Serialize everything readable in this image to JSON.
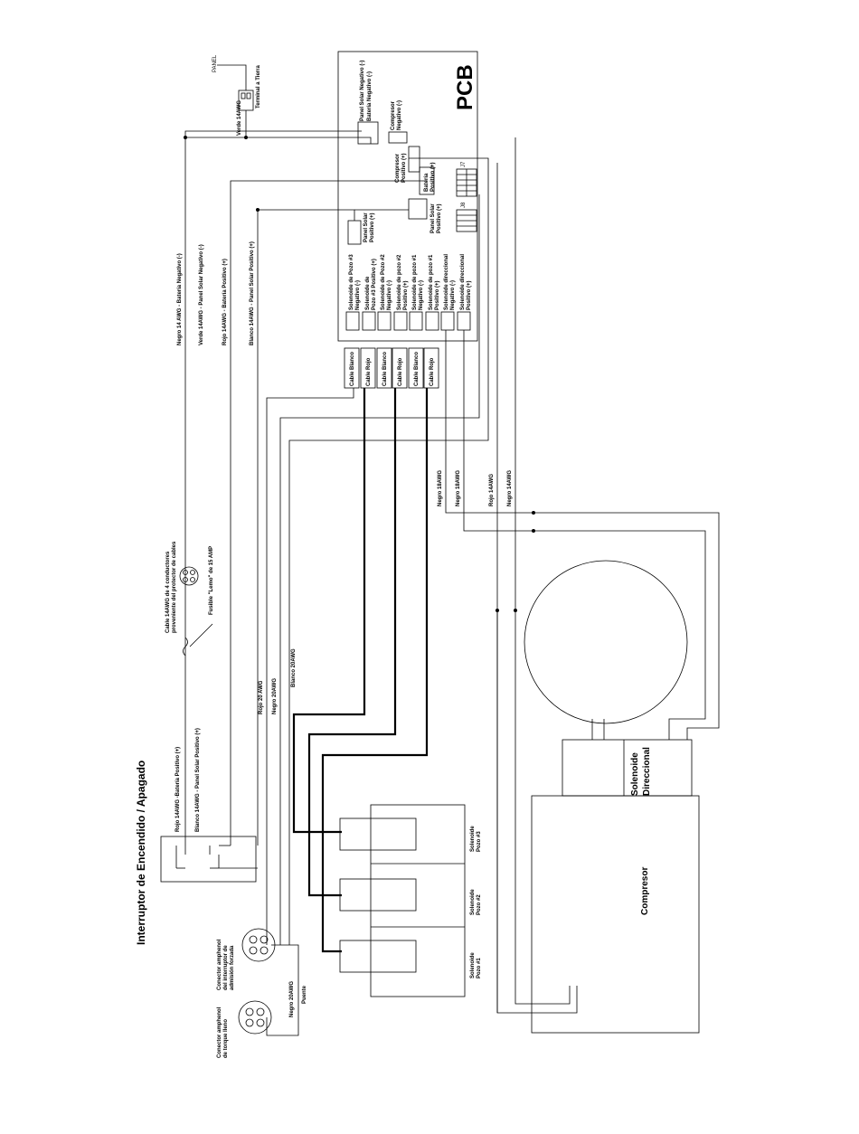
{
  "title": "Interruptor de Encendido / Apagado",
  "pcb": {
    "label": "PCB",
    "j7": "J7",
    "j8": "J8",
    "terminals": {
      "panel_solar_negativo": "Panel Solar Negativo (-)",
      "bateria_negativo": "Batería Negativo (-)",
      "compresor_negativo_1": "Compresor",
      "compresor_negativo_2": "Negativo (-)",
      "compresor_positivo_1": "Compresor",
      "compresor_positivo_2": "Positivo (+)",
      "bateria_positivo_1": "Batería",
      "bateria_positivo_2": "Positivo (+)",
      "panel_solar_positivo_a_1": "Panel Solar",
      "panel_solar_positivo_a_2": "Positivo (+)",
      "panel_solar_positivo_b_1": "Panel Solar",
      "panel_solar_positivo_b_2": "Positivo (+)"
    },
    "solenoid_terminals": [
      {
        "l1": "Solenoide de Pozo #3",
        "l2": "Negativo (-)"
      },
      {
        "l1": "Solenoide de",
        "l2": "Pozo #3 Positivo (+)"
      },
      {
        "l1": "Solenoide de Pozo #2",
        "l2": "Negativo (-)"
      },
      {
        "l1": "Solenoide de pozo #2",
        "l2": "Positivo (+)"
      },
      {
        "l1": "Solenoide de pozo #1",
        "l2": "Negativo (-)"
      },
      {
        "l1": "Solenoide de pozo #1",
        "l2": "Positivo (+)"
      },
      {
        "l1": "Solenoide direccional",
        "l2": "Negativo (-)"
      },
      {
        "l1": "Solenoide direccional",
        "l2": "Positivo (+)"
      }
    ],
    "cables": [
      "Cable Blanco",
      "Cable Rojo",
      "Cable Blanco",
      "Cable Rojo",
      "Cable Blanco",
      "Cable Rojo"
    ]
  },
  "panel": {
    "panel_label": "PANEL",
    "terminal_tierra": "Terminal a Tierra",
    "verde_14awg": "Verde 14AWG"
  },
  "wire_labels": {
    "negro_14_bateria_neg": "Negro 14 AWG - Batería Negativo (-)",
    "verde_14_panel_neg": "Verde 14AWG - Panel Solar Negativo (-)",
    "rojo_14_bateria_pos": "Rojo 14AWG - Batería Positivo (+)",
    "blanco_14_panel_pos": "Blanco 14AWG - Panel Solar Positivo (+)",
    "rojo_14_bateria_pos_b": "Rojo 14AWG -Batería Positivo (+)",
    "blanco_14_panel_pos_b": "Blanco 14AWG - Panel Solar Positivo (+)",
    "cable_4_cond_1": "Cable 14AWG de 4 conductores",
    "cable_4_cond_2": "proveniente del protector de cables",
    "fusible": "Fusible \"Lemo\" de 15 AMP",
    "rojo_20": "Rojo 20 AWG",
    "negro_20": "Negro 20AWG",
    "blanco_20": "Blanco 20AWG",
    "negro_18_a": "Negro 18AWG",
    "negro_18_b": "Negro 18AWG",
    "rojo_14_c": "Rojo 14AWG",
    "negro_14_c": "Negro 14AWG",
    "negro_20_puente_1": "Negro 20AWG",
    "negro_20_puente_2": "Puente"
  },
  "connectors": {
    "amphenol_interruptor_1": "Conector amphenol",
    "amphenol_interruptor_2": "del interruptor de",
    "amphenol_interruptor_3": "admisión forzada",
    "amphenol_torque_1": "Conector amphenol",
    "amphenol_torque_2": "de torque lleno"
  },
  "solenoids": [
    {
      "l1": "Solenoide",
      "l2": "Pozo #1"
    },
    {
      "l1": "Solenoide",
      "l2": "Pozo #2"
    },
    {
      "l1": "Solenoide",
      "l2": "Pozo #3"
    }
  ],
  "compresor": "Compresor",
  "solenoide_direccional_1": "Solenoide",
  "solenoide_direccional_2": "Direccional"
}
